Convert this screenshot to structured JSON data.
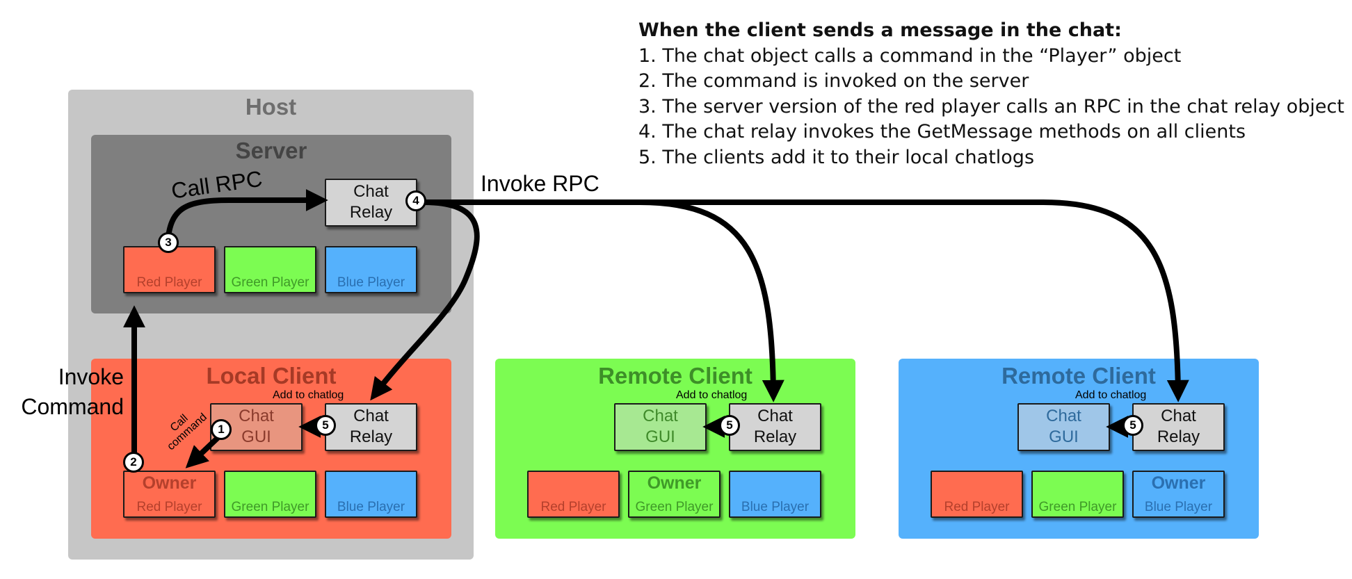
{
  "steps": {
    "heading": "When the client sends a message in the chat:",
    "items": [
      "1. The chat object calls a command in the “Player” object",
      "2. The command is invoked on the server",
      "3. The server version of the red player calls an RPC in the chat relay object",
      "4. The chat relay invokes the GetMessage methods on all clients",
      "5. The clients add it to their local chatlogs"
    ]
  },
  "host": {
    "title": "Host"
  },
  "server": {
    "title": "Server",
    "chat_relay": "Chat Relay",
    "players": [
      "Red Player",
      "Green Player",
      "Blue Player"
    ]
  },
  "local_client": {
    "title": "Local Client",
    "chat_gui": "Chat GUI",
    "chat_relay": "Chat Relay",
    "note": "Add to chatlog",
    "owner": "Owner",
    "players": [
      "Red Player",
      "Green Player",
      "Blue Player"
    ]
  },
  "remote_green": {
    "title": "Remote Client",
    "chat_gui": "Chat GUI",
    "chat_relay": "Chat Relay",
    "note": "Add to chatlog",
    "owner": "Owner",
    "players": [
      "Red Player",
      "Green Player",
      "Blue Player"
    ]
  },
  "remote_blue": {
    "title": "Remote Client",
    "chat_gui": "Chat GUI",
    "chat_relay": "Chat Relay",
    "note": "Add to chatlog",
    "owner": "Owner",
    "players": [
      "Red Player",
      "Green Player",
      "Blue Player"
    ]
  },
  "labels": {
    "call_rpc": "Call RPC",
    "invoke_rpc": "Invoke RPC",
    "invoke_command_1": "Invoke",
    "invoke_command_2": "Command",
    "call_command_1": "Call",
    "call_command_2": "command"
  },
  "badges": [
    "1",
    "2",
    "3",
    "4",
    "5"
  ],
  "colors": {
    "host": "#c6c6c6",
    "server": "#7f7f7f",
    "red": "#ff6c50",
    "green": "#7cfc52",
    "blue": "#55b1fc",
    "chat_relay": "#d4d4d4",
    "arrow": "#000000"
  }
}
